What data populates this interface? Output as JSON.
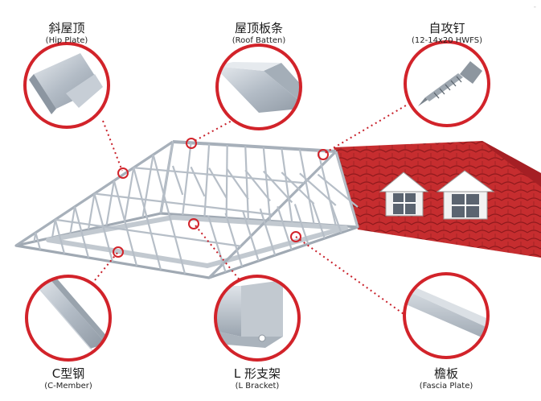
{
  "components": [
    {
      "id": "hip-plate",
      "zh": "斜屋顶",
      "en": "(Hip Plate)"
    },
    {
      "id": "roof-batten",
      "zh": "屋顶板条",
      "en": "(Roof Batten)"
    },
    {
      "id": "self-drilling-screw",
      "zh": "自攻钉",
      "en": "(12-14x20 HWFS)"
    },
    {
      "id": "c-member",
      "zh": "C型钢",
      "en": "(C-Member)"
    },
    {
      "id": "l-bracket",
      "zh": "L 形支架",
      "en": "(L Bracket)"
    },
    {
      "id": "fascia-plate",
      "zh": "檐板",
      "en": "(Fascia Plate)"
    }
  ],
  "corner_mark": "-",
  "colors": {
    "ring": "#d2232a",
    "steel": "#b9c2cc",
    "tile": "#c0282c",
    "dotted": "#c8202a"
  }
}
